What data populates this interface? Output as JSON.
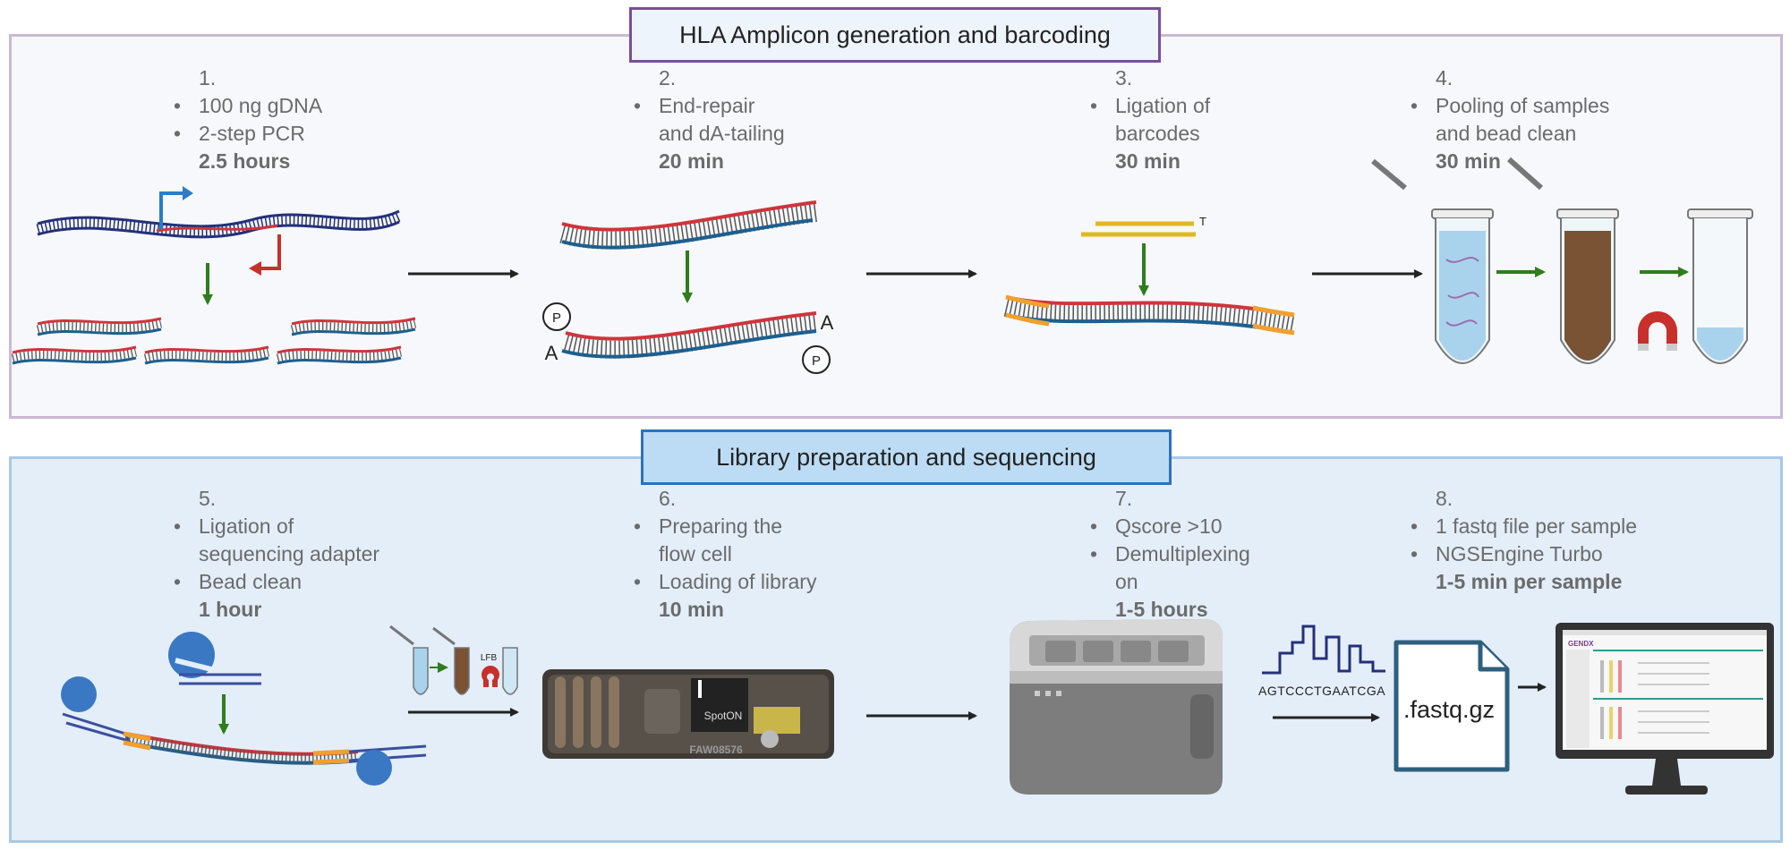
{
  "sections": {
    "top_title": "HLA Amplicon generation and barcoding",
    "bottom_title": "Library preparation and sequencing"
  },
  "steps": [
    {
      "num": "1.",
      "bullets": [
        "100 ng gDNA",
        "2-step PCR"
      ],
      "time": "2.5 hours"
    },
    {
      "num": "2.",
      "bullets": [
        "End-repair\nand dA-tailing"
      ],
      "time": "20 min"
    },
    {
      "num": "3.",
      "bullets": [
        "Ligation of\nbarcodes"
      ],
      "time": "30 min"
    },
    {
      "num": "4.",
      "bullets": [
        "Pooling of samples\nand bead clean"
      ],
      "time": "30 min"
    },
    {
      "num": "5.",
      "bullets": [
        "Ligation of\nsequencing adapter",
        "Bead clean"
      ],
      "time": "1 hour"
    },
    {
      "num": "6.",
      "bullets": [
        "Preparing the\nflow cell",
        "Loading of library"
      ],
      "time": "10 min"
    },
    {
      "num": "7.",
      "bullets": [
        "Qscore >10",
        "Demultiplexing\non"
      ],
      "time": "1-5 hours"
    },
    {
      "num": "8.",
      "bullets": [
        "1 fastq file per sample",
        "NGSEngine Turbo"
      ],
      "time": "1-5 min per sample"
    }
  ],
  "labels": {
    "phosphate": "P",
    "a_overhang": "A",
    "t_overhang": "T",
    "lfb": "LFB",
    "flowcell_id": "FAW08576",
    "spoton_label": "SpotON",
    "sequence": "AGTCCCTGAATCGA",
    "file_name": ".fastq.gz",
    "software_logo": "GENDX"
  },
  "colors": {
    "dna_red": "#d0343c",
    "dna_blue": "#1d5f8f",
    "dna_navy": "#24307a",
    "barcode_orange": "#f0a030",
    "arrow_green": "#2e7d1e",
    "arrow_black": "#222222",
    "primer_blue": "#2d7cc4",
    "primer_red": "#c8302c",
    "adapter_blue": "#3a78c4"
  }
}
